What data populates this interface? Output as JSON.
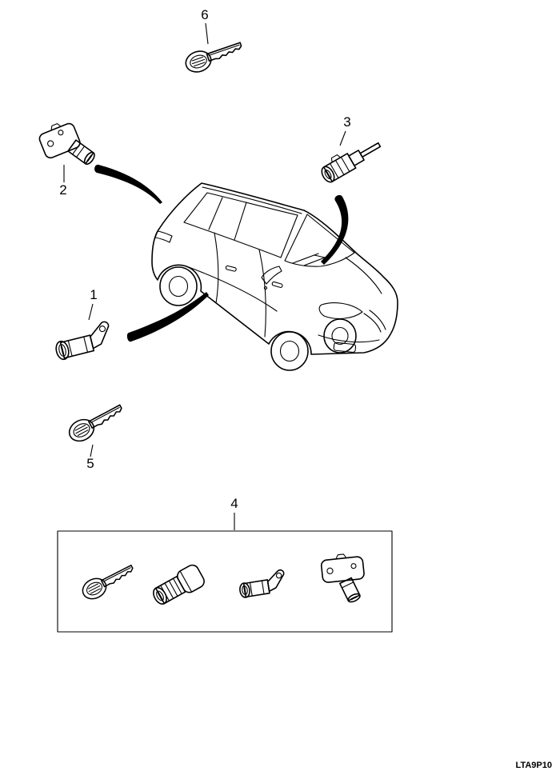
{
  "diagram": {
    "drawing_code": "LTA9P10",
    "callouts": {
      "c1": "1",
      "c2": "2",
      "c3": "3",
      "c4": "4",
      "c5": "5",
      "c6": "6"
    },
    "parts": [
      {
        "callout": "6",
        "icon": "key-icon"
      },
      {
        "callout": "2",
        "icon": "lock-cylinder-with-bracket-icon"
      },
      {
        "callout": "3",
        "icon": "ignition-lock-cylinder-icon"
      },
      {
        "callout": "1",
        "icon": "door-lock-cylinder-icon"
      },
      {
        "callout": "5",
        "icon": "key-icon"
      },
      {
        "callout": "4",
        "icon": "lock-cylinder-set-icon"
      }
    ],
    "colors": {
      "line": "#000000",
      "background": "#ffffff",
      "arrow_fill": "#000000"
    }
  }
}
